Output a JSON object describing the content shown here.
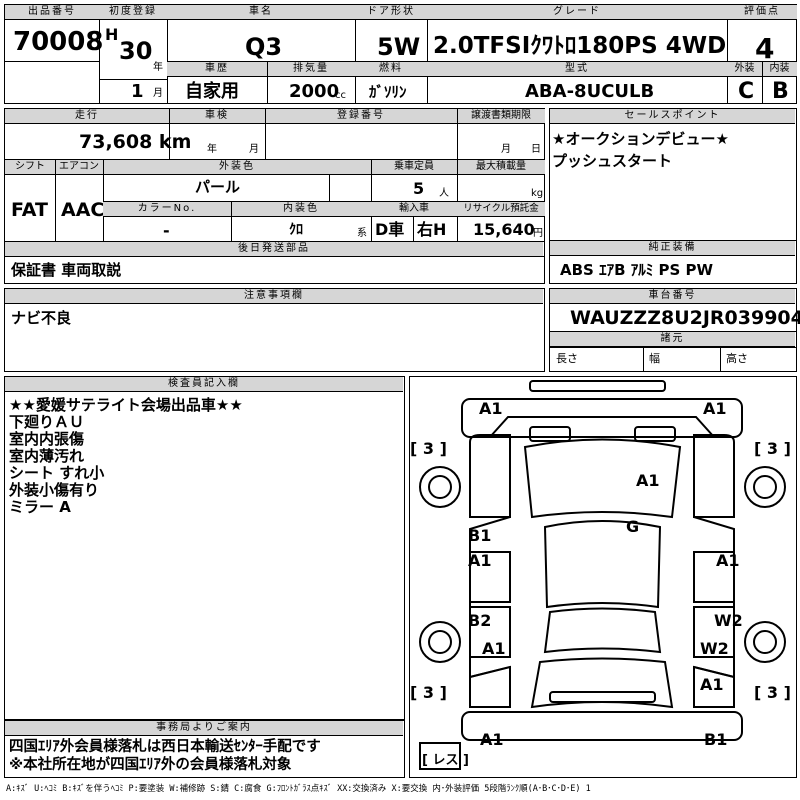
{
  "header": {
    "lot_no_label": "出品番号",
    "lot_no": "70008",
    "first_reg_label": "初度登録",
    "era": "H",
    "year": "30",
    "year_unit": "年",
    "month": "1",
    "month_unit": "月",
    "model_label": "車名",
    "model": "Q3",
    "door_label": "ドア形状",
    "door": "5W",
    "grade_label": "グレード",
    "grade": "2.0TFSIｸﾜﾄﾛ180PS 4WD",
    "score_label": "評価点",
    "score": "4",
    "history_label": "車歴",
    "history": "自家用",
    "displacement_label": "排気量",
    "displacement": "2000",
    "displacement_unit": "cc",
    "fuel_label": "燃料",
    "fuel": "ｶﾞｿﾘﾝ",
    "type_label": "型式",
    "type": "ABA-8UCULB",
    "ext_label": "外装",
    "ext_grade": "C",
    "int_label": "内装",
    "int_grade": "B"
  },
  "details": {
    "mileage_label": "走行",
    "mileage": "73,608 km",
    "inspection_label": "車検",
    "inspection_year_unit": "年",
    "inspection_month_unit": "月",
    "reg_no_label": "登録番号",
    "deadline_label": "譲渡書類期限",
    "deadline_month_unit": "月",
    "deadline_day_unit": "日",
    "shift_label": "シフト",
    "shift": "FAT",
    "ac_label": "エアコン",
    "ac": "AAC",
    "color_label": "外装色",
    "color": "パール",
    "capacity_label": "乗車定員",
    "capacity": "5",
    "capacity_unit": "人",
    "load_label": "最大積載量",
    "load_unit": "kg",
    "color_no_label": "カラーNo.",
    "color_no": "-",
    "interior_color_label": "内装色",
    "interior_color": "ｸﾛ",
    "interior_color_unit": "系",
    "import_label": "輸入車",
    "import_type": "D車",
    "steering": "右H",
    "recycle_label": "リサイクル預託金",
    "recycle": "15,640",
    "recycle_unit": "円"
  },
  "sales_points": {
    "label": "セールスポイント",
    "lines": [
      "★オークションデビュー★",
      "プッシュスタート"
    ]
  },
  "later_parts": {
    "label": "後日発送部品",
    "text": "保証書 車両取説"
  },
  "equipment": {
    "label": "純正装備",
    "text": "ABS ｴｱB ｱﾙﾐ PS PW"
  },
  "notes": {
    "label": "注意事項欄",
    "text": "ナビ不良"
  },
  "chassis": {
    "label": "車台番号",
    "vin": "WAUZZZ8U2JR039904",
    "specs_label": "諸元",
    "length_label": "長さ",
    "width_label": "幅",
    "height_label": "高さ"
  },
  "inspector": {
    "label": "検査員記入欄",
    "lines": [
      "★★愛媛サテライト会場出品車★★",
      "下廻りＡＵ",
      "室内内張傷",
      "室内薄汚れ",
      "シート すれ小",
      "外装小傷有り",
      "ミラー A"
    ]
  },
  "office": {
    "label": "事務局よりご案内",
    "lines": [
      "四国ｴﾘｱ外会員様落札は西日本輸送ｾﾝﾀｰ手配です",
      "※本社所在地が四国ｴﾘｱ外の会員様落札対象"
    ]
  },
  "diagram": {
    "marks": {
      "front_left": "A1",
      "front_right": "A1",
      "tire_fl": "[ 3 ]",
      "tire_fr": "[ 3 ]",
      "hood": "A1",
      "roof": "G",
      "front_door_left_upper": "B1",
      "front_door_left_lower": "A1",
      "front_door_right": "A1",
      "rear_door_left": "B2",
      "rear_quarter_left": "A1",
      "rear_door_right": "W2",
      "rear_quarter_right1": "W2",
      "rear_quarter_right2": "A1",
      "tire_rl": "[ 3 ]",
      "tire_rr": "[ 3 ]",
      "rear_left": "A1",
      "rear_right": "B1",
      "spare": "[ レス ]"
    }
  },
  "legend": {
    "text": "A:ｷｽﾞ U:ﾍｺﾐ B:ｷｽﾞを伴うﾍｺﾐ P:要塗装 W:補修跡 S:錆 C:腐食 G:ﾌﾛﾝﾄｶﾞﾗｽ点ｷｽﾞ XX:交換済み X:要交換 内･外装評価 5段階ﾗﾝｸ順(A･B･C･D･E) 1"
  }
}
